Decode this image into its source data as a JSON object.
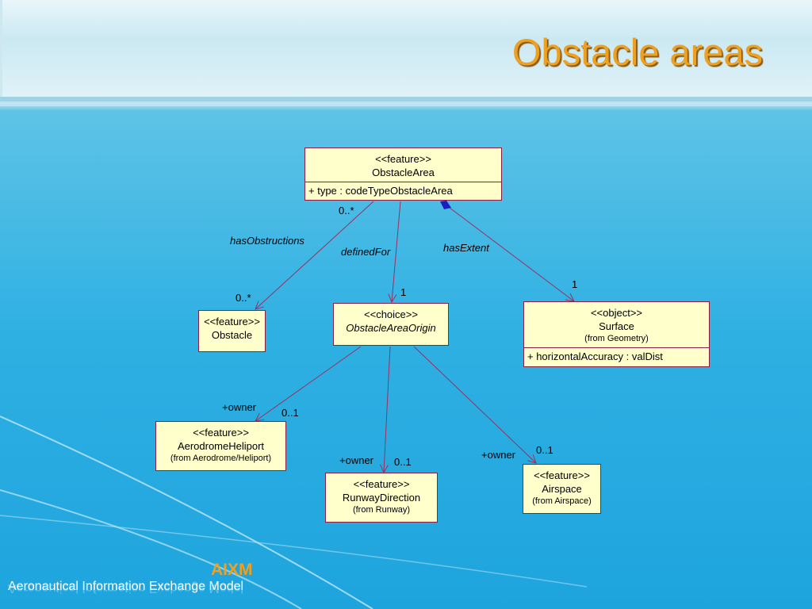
{
  "slide": {
    "title": "Obstacle areas"
  },
  "classes": {
    "obstacle_area": {
      "stereotype": "<<feature>>",
      "name": "ObstacleArea",
      "attribute": "+ type : codeTypeObstacleArea"
    },
    "obstacle": {
      "stereotype": "<<feature>>",
      "name": "Obstacle"
    },
    "obstacle_area_origin": {
      "stereotype": "<<choice>>",
      "name": "ObstacleAreaOrigin"
    },
    "surface": {
      "stereotype": "<<object>>",
      "name": "Surface",
      "from": "(from Geometry)",
      "attribute": "+ horizontalAccuracy : valDist"
    },
    "aerodrome_heliport": {
      "stereotype": "<<feature>>",
      "name": "AerodromeHeliport",
      "from": "(from Aerodrome/Heliport)"
    },
    "runway_direction": {
      "stereotype": "<<feature>>",
      "name": "RunwayDirection",
      "from": "(from Runway)"
    },
    "airspace": {
      "stereotype": "<<feature>>",
      "name": "Airspace",
      "from": "(from Airspace)"
    }
  },
  "associations": {
    "has_obstructions": {
      "name": "hasObstructions",
      "source_mult": "0..*",
      "target_mult": "0..*"
    },
    "defined_for": {
      "name": "definedFor",
      "target_mult": "1"
    },
    "has_extent": {
      "name": "hasExtent",
      "target_mult": "1"
    },
    "aerodrome": {
      "role": "+owner",
      "mult": "0..1"
    },
    "runway": {
      "role": "+owner",
      "mult": "0..1"
    },
    "airspace": {
      "role": "+owner",
      "mult": "0..1"
    }
  },
  "colors": {
    "title": "#f0a020",
    "class_fill": "#ffffcc",
    "class_border": "#8a2040",
    "line": "#9a3060",
    "composition": "#1a20c0"
  },
  "branding": {
    "logo": "AIXM",
    "subtitle": "Aeronautical Information Exchange Model"
  }
}
